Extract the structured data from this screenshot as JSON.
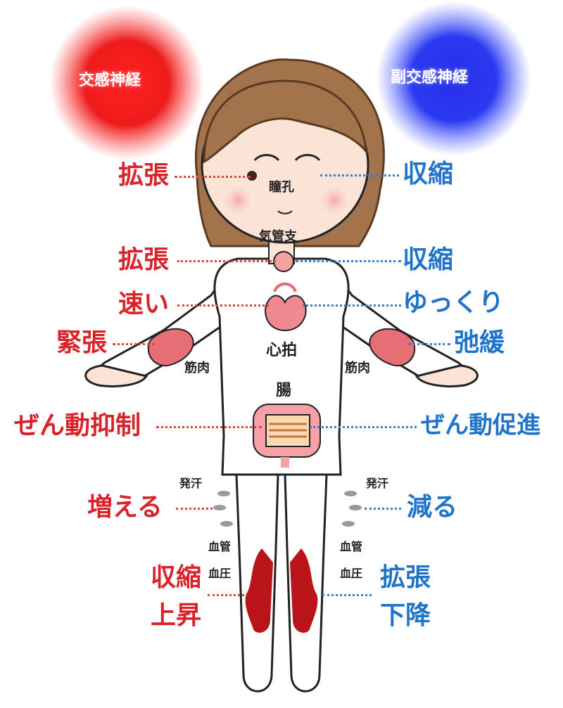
{
  "headers": {
    "sympathetic": "交感神経",
    "parasympathetic": "副交感神経"
  },
  "organs": {
    "pupil": "瞳孔",
    "bronchi": "気管支",
    "heartbeat": "心拍",
    "muscle_left": "筋肉",
    "muscle_right": "筋肉",
    "intestine": "腸",
    "sweat_left": "発汗",
    "sweat_right": "発汗",
    "vessel_left": "血管",
    "vessel_right": "血管",
    "bp_left": "血圧",
    "bp_right": "血圧"
  },
  "sympathetic_effects": {
    "pupil": "拡張",
    "bronchi": "拡張",
    "heartbeat": "速い",
    "muscle": "緊張",
    "intestine": "ぜん動抑制",
    "sweat": "増える",
    "vessel": "収縮",
    "bp": "上昇"
  },
  "parasympathetic_effects": {
    "pupil": "収縮",
    "bronchi": "収縮",
    "heartbeat": "ゆっくり",
    "muscle": "弛緩",
    "intestine": "ぜん動促進",
    "sweat": "減る",
    "vessel": "拡張",
    "bp": "下降"
  },
  "colors": {
    "sympathetic": "#d8232a",
    "parasympathetic": "#1f74c9"
  }
}
